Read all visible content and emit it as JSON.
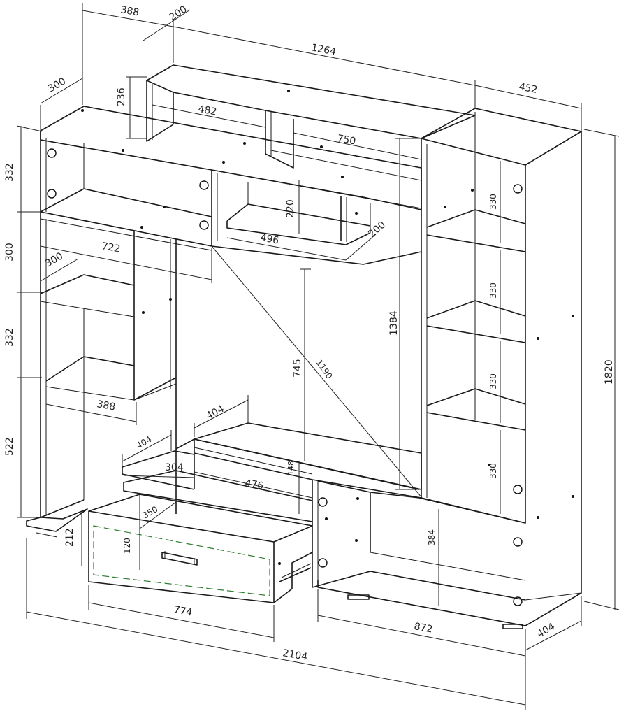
{
  "dimensions": {
    "top_depth_left": "388",
    "top_depth_small": "200",
    "overall_upper_width": "1264",
    "right_cabinet_depth": "452",
    "left_depth": "300",
    "small_shelf_height": "236",
    "small_shelf_width": "482",
    "upper_shelf_width": "750",
    "upper_height": "332",
    "shelf_gap_height": "220",
    "middle_shelf_width": "496",
    "middle_shelf_depth": "200",
    "left_shelf_height": "300",
    "left_box_width": "722",
    "left_small_depth": "300",
    "left_mid_height": "332",
    "left_shelf_width": "388",
    "left_lower_height": "522",
    "diag_height": "1384",
    "center_height": "745",
    "diagonal": "1190",
    "right_h1": "330",
    "right_h2": "330",
    "right_h3": "330",
    "right_h4": "330",
    "total_height": "1820",
    "tv_shelf_depth": "404",
    "tv_left_depth": "404",
    "tv_gap": "148",
    "tv_small_width": "304",
    "tv_shelf_width": "476",
    "drawer_depth": "350",
    "drawer_height": "212",
    "drawer_front": "120",
    "low_cab_height": "384",
    "drawer_width": "774",
    "base_cab_width": "872",
    "base_depth": "404",
    "total_width": "2104"
  }
}
